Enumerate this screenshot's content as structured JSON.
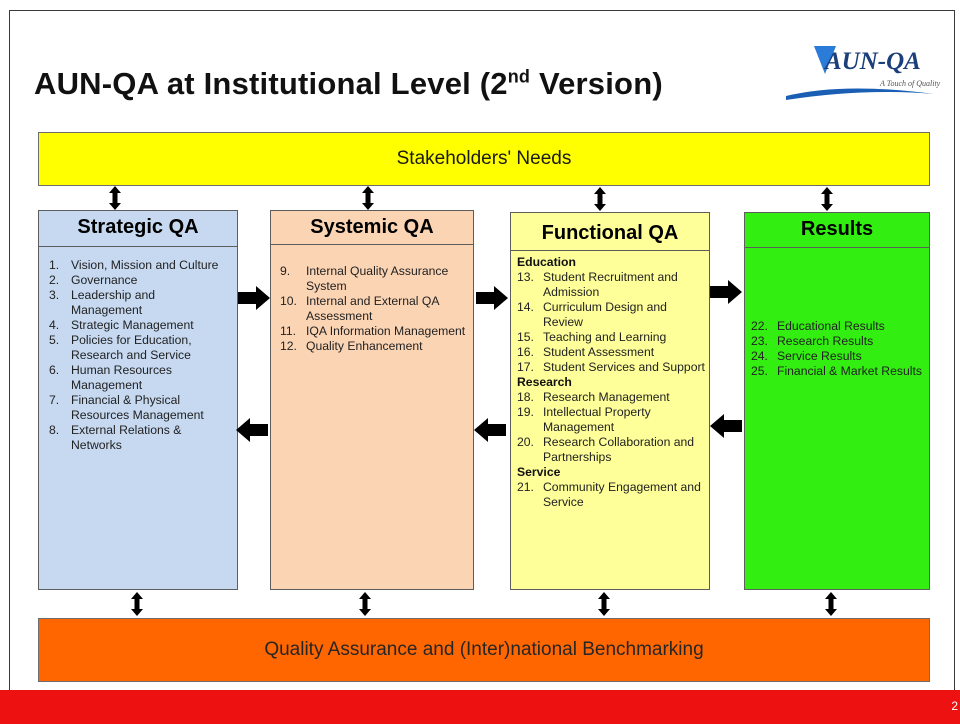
{
  "title": {
    "main": "AUN-QA at Institutional Level (2",
    "sup": "nd",
    "end": " Version)"
  },
  "logo": {
    "text": "AUN-QA",
    "tagline": "A Touch of Quality"
  },
  "top_band": "Stakeholders' Needs",
  "bottom_band": "Quality Assurance and (Inter)national Benchmarking",
  "columns": {
    "strategic": {
      "heading": "Strategic QA",
      "items": [
        {
          "n": "1.",
          "t": "Vision, Mission and Culture"
        },
        {
          "n": "2.",
          "t": "Governance"
        },
        {
          "n": "3.",
          "t": "Leadership and Management"
        },
        {
          "n": "4.",
          "t": "Strategic Management"
        },
        {
          "n": "5.",
          "t": "Policies for Education, Research and Service"
        },
        {
          "n": "6.",
          "t": "Human Resources Management"
        },
        {
          "n": "7.",
          "t": "Financial & Physical Resources Management"
        },
        {
          "n": "8.",
          "t": "External Relations & Networks"
        }
      ]
    },
    "systemic": {
      "heading": "Systemic QA",
      "items": [
        {
          "n": "9.",
          "t": "Internal Quality Assurance System"
        },
        {
          "n": "10.",
          "t": "Internal and External QA Assessment"
        },
        {
          "n": "11.",
          "t": "IQA Information Management"
        },
        {
          "n": "12.",
          "t": "Quality Enhancement"
        }
      ]
    },
    "functional": {
      "heading": "Functional QA",
      "education_label": "Education",
      "education": [
        {
          "n": "13.",
          "t": "Student Recruitment and Admission"
        },
        {
          "n": "14.",
          "t": "Curriculum Design and Review"
        },
        {
          "n": "15.",
          "t": "Teaching and Learning"
        },
        {
          "n": "16.",
          "t": "Student Assessment"
        },
        {
          "n": "17.",
          "t": "Student Services and Support"
        }
      ],
      "research_label": "Research",
      "research": [
        {
          "n": "18.",
          "t": "Research Management"
        },
        {
          "n": "19.",
          "t": "Intellectual Property Management"
        },
        {
          "n": "20.",
          "t": "Research Collaboration and Partnerships"
        }
      ],
      "service_label": "Service",
      "service": [
        {
          "n": "21.",
          "t": "Community Engagement and Service"
        }
      ]
    },
    "results": {
      "heading": "Results",
      "items": [
        {
          "n": "22.",
          "t": "Educational Results"
        },
        {
          "n": "23.",
          "t": "Research Results"
        },
        {
          "n": "24.",
          "t": "Service Results"
        },
        {
          "n": "25.",
          "t": "Financial & Market Results"
        }
      ]
    }
  },
  "page_number": "2",
  "colors": {
    "top_band": "#ffff00",
    "bottom_band": "#ff6600",
    "strategic": "#c6d9f1",
    "systemic": "#fbd4b4",
    "functional": "#ffff99",
    "results": "#33ee11",
    "footer": "#ee1111",
    "logo": "#1a3f7a"
  }
}
